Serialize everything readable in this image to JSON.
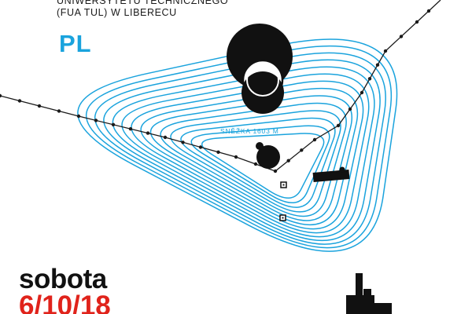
{
  "header": {
    "line1": "UNIWERSYTETU TECHNICZNEGO",
    "line2": "(FUA TUL) W LIBERECU"
  },
  "language_label": "PL",
  "map": {
    "peak_label": "SNĚŽKA 1603 M",
    "contour_color": "#1aa3dd",
    "contour_count": 14
  },
  "event": {
    "day": "sobota",
    "date": "6/10/18"
  },
  "colors": {
    "accent_blue": "#1aa3dd",
    "accent_red": "#e0231b",
    "ink": "#111111"
  }
}
